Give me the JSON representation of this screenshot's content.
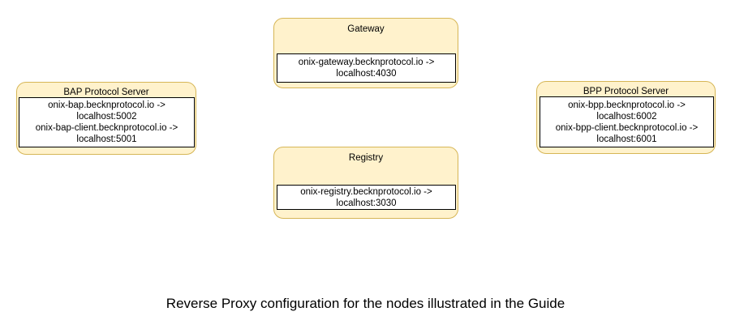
{
  "diagram": {
    "background_color": "#ffffff",
    "node_fill_color": "#fff2cc",
    "node_border_color": "#d6b656",
    "panel_fill_color": "#ffffff",
    "panel_border_color": "#000000",
    "text_color": "#000000",
    "nodes": [
      {
        "id": "bap",
        "title": "BAP Protocol Server",
        "mappings": [
          {
            "source": "onix-bap.becknprotocol.io ->",
            "target": "localhost:5002"
          },
          {
            "source": "onix-bap-client.becknprotocol.io ->",
            "target": "localhost:5001"
          }
        ]
      },
      {
        "id": "gateway",
        "title": "Gateway",
        "mappings": [
          {
            "source": "onix-gateway.becknprotocol.io ->",
            "target": "localhost:4030"
          }
        ]
      },
      {
        "id": "registry",
        "title": "Registry",
        "mappings": [
          {
            "source": "onix-registry.becknprotocol.io ->",
            "target": "localhost:3030"
          }
        ]
      },
      {
        "id": "bpp",
        "title": "BPP Protocol Server",
        "mappings": [
          {
            "source": "onix-bpp.becknprotocol.io ->",
            "target": "localhost:6002"
          },
          {
            "source": "onix-bpp-client.becknprotocol.io ->",
            "target": "localhost:6001"
          }
        ]
      }
    ],
    "caption": "Reverse Proxy configuration for the nodes illustrated in the Guide"
  }
}
